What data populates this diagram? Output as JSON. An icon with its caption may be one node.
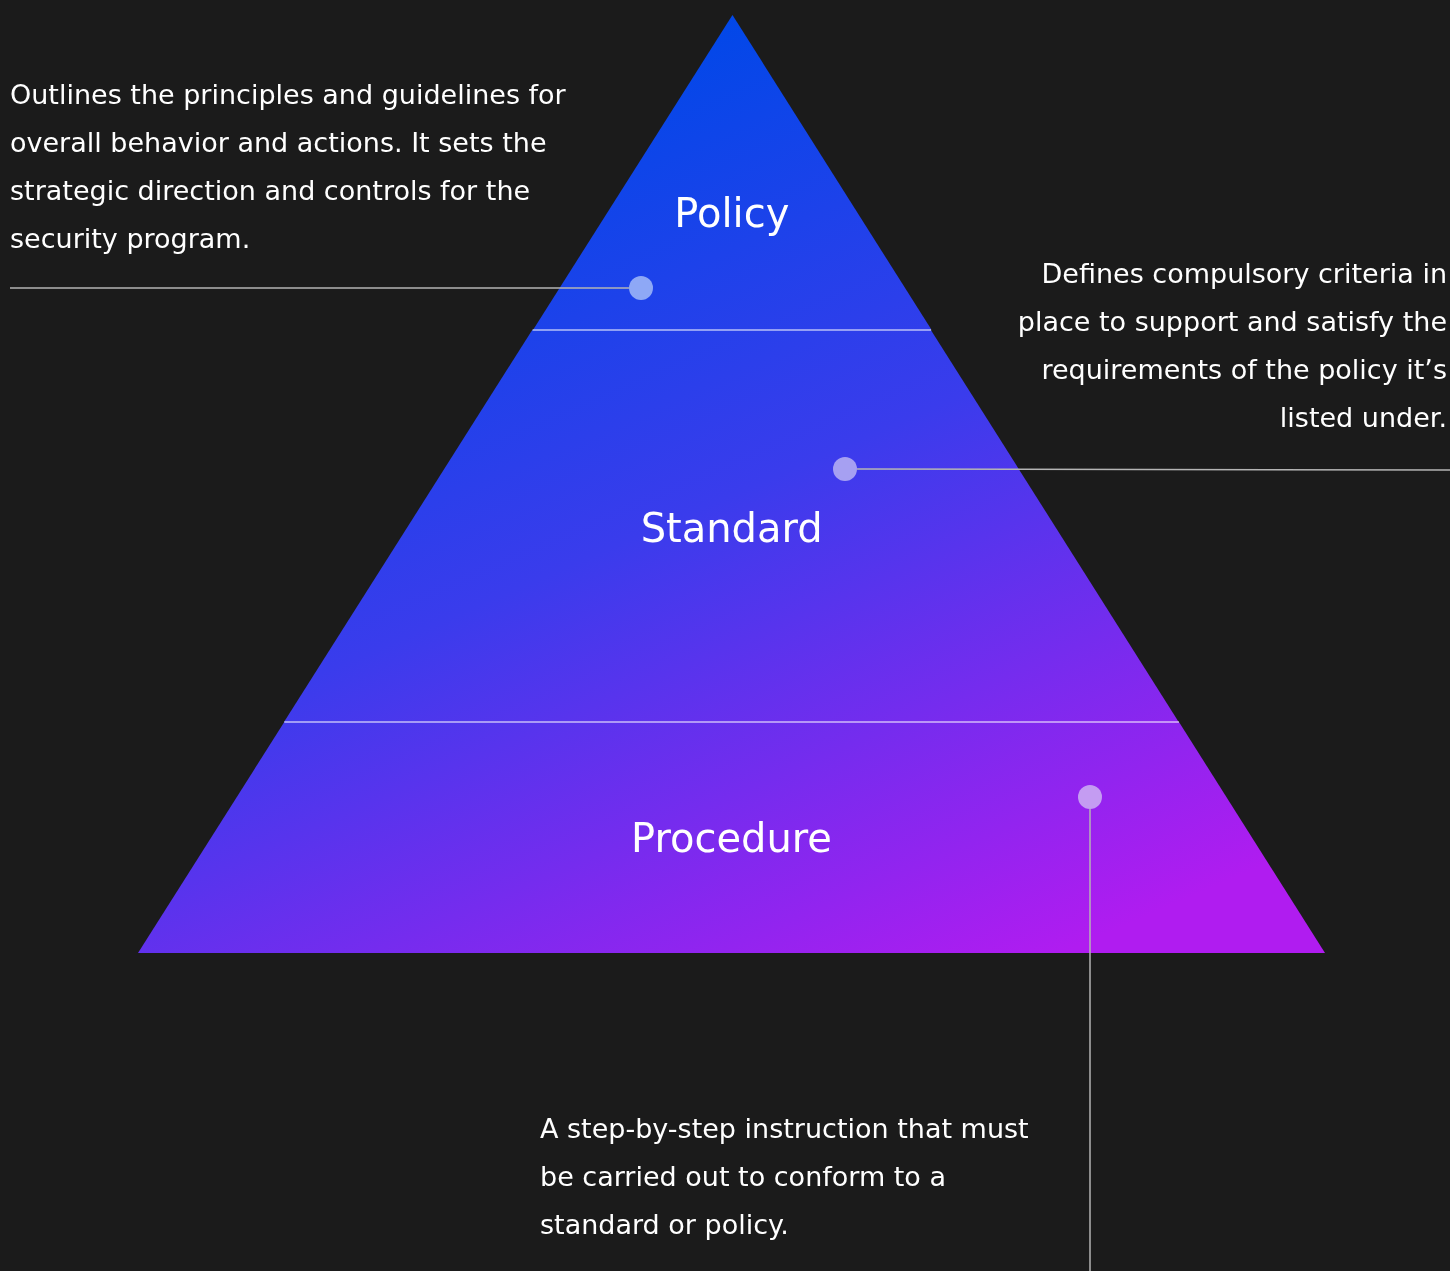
{
  "diagram": {
    "nodes": [
      {
        "text": [
          "Policy"
        ]
      },
      {
        "text": [],
        "shape": "circle",
        "in": 0
      },
      {
        "text": [
          "Standard"
        ]
      },
      {
        "text": [],
        "shape": "circle",
        "in": 2
      },
      {
        "text": [
          "Procedure"
        ]
      },
      {
        "text": [],
        "shape": "circle",
        "in": 4
      }
    ],
    "edges": [
      {
        "from": null,
        "to": 1,
        "arrow": "none"
      },
      {
        "from": null,
        "to": 3,
        "arrow": "none"
      },
      {
        "from": null,
        "to": 5,
        "arrow": "none"
      }
    ],
    "labels": [
      "Outlines the principles and guidelines for overall behavior and actions. It sets the strategic direction and controls for the security program.",
      "Defines compulsory criteria in place to support and satisfy the requirements of the policy it’s listed under.",
      "A step-by-step instruction that must be carried out to conform to a standard or policy."
    ]
  }
}
